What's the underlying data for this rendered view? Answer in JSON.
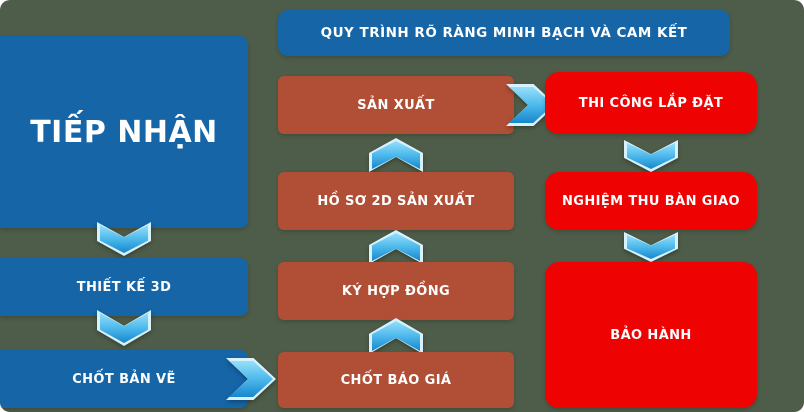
{
  "canvas": {
    "background": "#4e5d49"
  },
  "header": {
    "label": "QUY TRÌNH RÕ RÀNG  MINH BẠCH VÀ CAM KẾT",
    "color": "#1565a7"
  },
  "columns": {
    "left": {
      "color": "#1565a7",
      "steps": [
        {
          "id": "tiep-nhan",
          "label": "TIẾP NHẬN"
        },
        {
          "id": "thiet-ke-3d",
          "label": "THIẾT KẾ 3D"
        },
        {
          "id": "chot-ban-ve",
          "label": "CHỐT BẢN VẼ"
        }
      ]
    },
    "middle": {
      "color": "#b04f36",
      "steps": [
        {
          "id": "san-xuat",
          "label": "SẢN XUẤT"
        },
        {
          "id": "ho-so-2d",
          "label": "HỒ SƠ 2D SẢN XUẤT"
        },
        {
          "id": "ky-hop-dong",
          "label": "KÝ HỢP ĐỒNG"
        },
        {
          "id": "chot-bao-gia",
          "label": "CHỐT BÁO GIÁ"
        }
      ]
    },
    "right": {
      "color": "#ef0202",
      "steps": [
        {
          "id": "thi-cong-lap-dat",
          "label": "THI CÔNG LẮP ĐẶT"
        },
        {
          "id": "nghiem-thu-ban-giao",
          "label": "NGHIỆM THU BÀN GIAO"
        },
        {
          "id": "bao-hanh",
          "label": "BẢO HÀNH"
        }
      ]
    }
  },
  "arrows": {
    "color_light": "#96dff9",
    "color_dark": "#1787cc",
    "flow": [
      {
        "from": "tiep-nhan",
        "to": "thiet-ke-3d",
        "direction": "down"
      },
      {
        "from": "thiet-ke-3d",
        "to": "chot-ban-ve",
        "direction": "down"
      },
      {
        "from": "chot-ban-ve",
        "to": "chot-bao-gia",
        "direction": "right"
      },
      {
        "from": "chot-bao-gia",
        "to": "ky-hop-dong",
        "direction": "up"
      },
      {
        "from": "ky-hop-dong",
        "to": "ho-so-2d",
        "direction": "up"
      },
      {
        "from": "ho-so-2d",
        "to": "san-xuat",
        "direction": "up"
      },
      {
        "from": "san-xuat",
        "to": "thi-cong-lap-dat",
        "direction": "right"
      },
      {
        "from": "thi-cong-lap-dat",
        "to": "nghiem-thu-ban-giao",
        "direction": "down"
      },
      {
        "from": "nghiem-thu-ban-giao",
        "to": "bao-hanh",
        "direction": "down"
      }
    ]
  }
}
